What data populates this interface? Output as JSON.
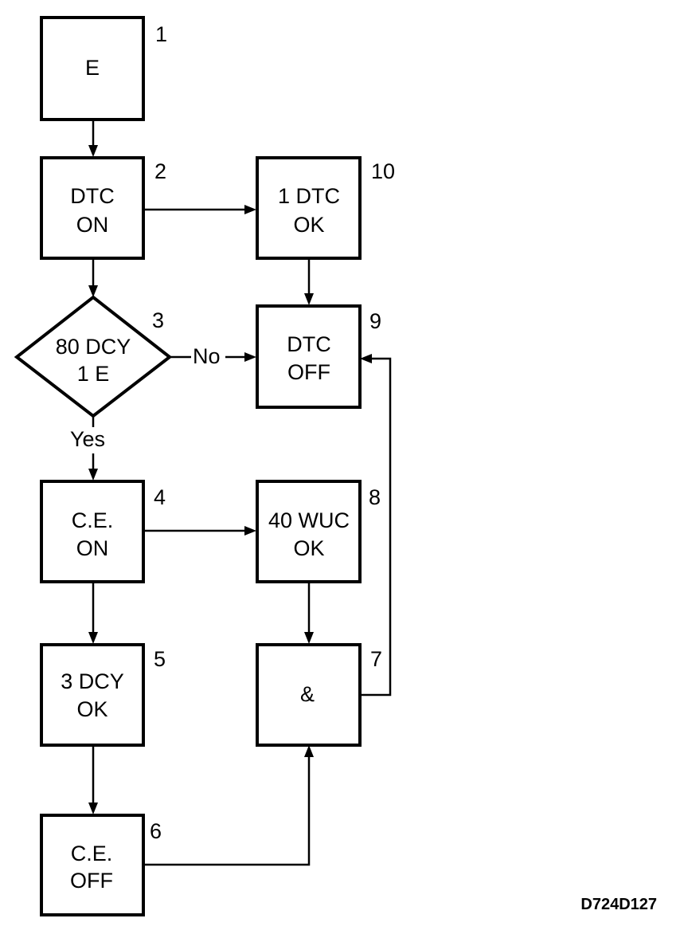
{
  "nodes": {
    "n1": {
      "number": "1",
      "lines": [
        "E"
      ]
    },
    "n2": {
      "number": "2",
      "lines": [
        "DTC",
        "ON"
      ]
    },
    "n3": {
      "number": "3",
      "lines": [
        "80 DCY",
        "1 E"
      ]
    },
    "n4": {
      "number": "4",
      "lines": [
        "C.E.",
        "ON"
      ]
    },
    "n5": {
      "number": "5",
      "lines": [
        "3 DCY",
        "OK"
      ]
    },
    "n6": {
      "number": "6",
      "lines": [
        "C.E.",
        "OFF"
      ]
    },
    "n7": {
      "number": "7",
      "lines": [
        "&"
      ]
    },
    "n8": {
      "number": "8",
      "lines": [
        "40 WUC",
        "OK"
      ]
    },
    "n9": {
      "number": "9",
      "lines": [
        "DTC",
        "OFF"
      ]
    },
    "n10": {
      "number": "10",
      "lines": [
        "1 DTC",
        "OK"
      ]
    }
  },
  "edges": {
    "no_label": "No",
    "yes_label": "Yes"
  },
  "figure_id": "D724D127"
}
